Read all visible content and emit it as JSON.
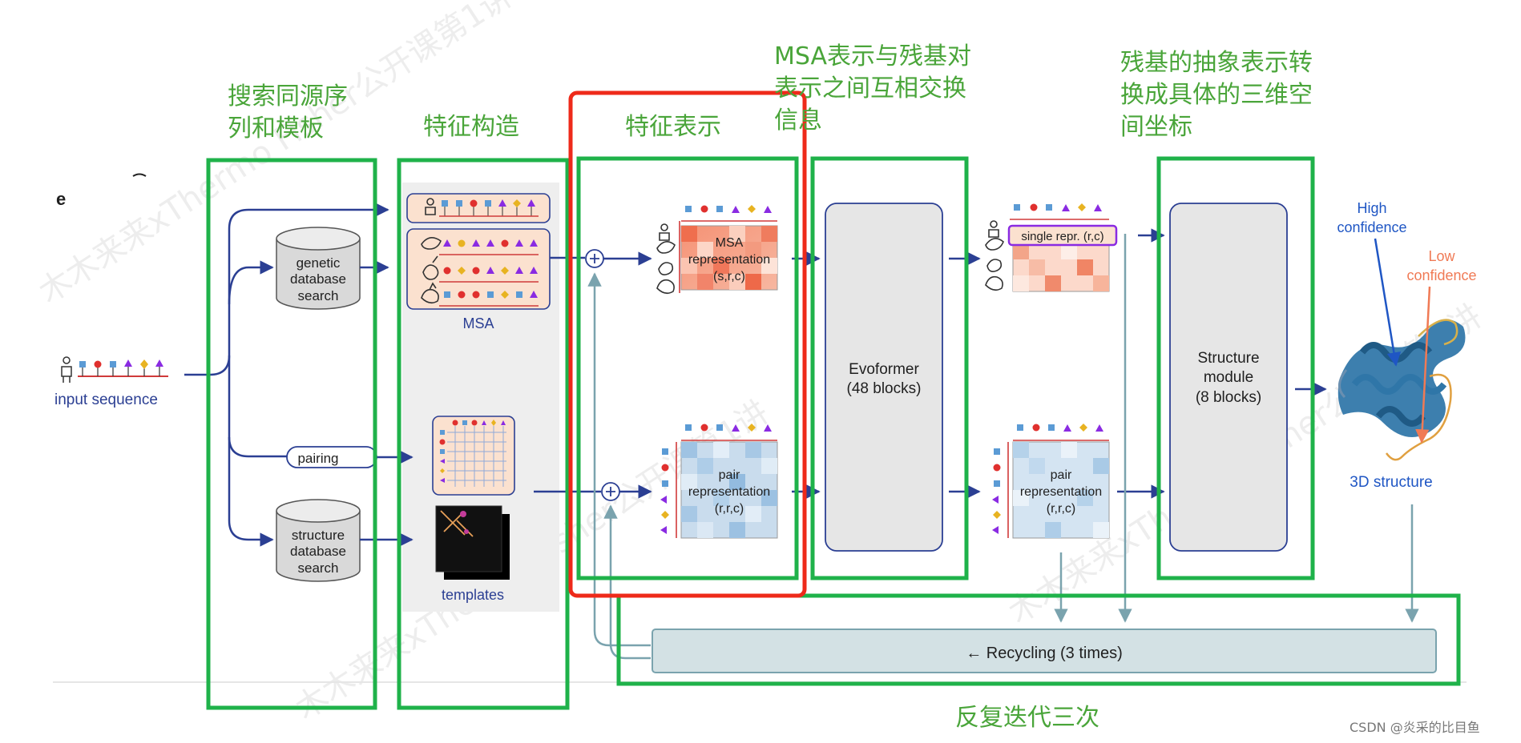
{
  "panel_letter": "e",
  "annotations": {
    "search_line1": "搜索同源序",
    "search_line2": "列和模板",
    "feature_construction": "特征构造",
    "feature_representation": "特征表示",
    "msa_pair_line1": "MSA表示与残基对",
    "msa_pair_line2": "表示之间互相交换",
    "msa_pair_line3": "信息",
    "structure_line1": "残基的抽象表示转",
    "structure_line2": "换成具体的三维空",
    "structure_line3": "间坐标",
    "recycling_note": "反复迭代三次"
  },
  "input": {
    "label": "input sequence"
  },
  "databases": {
    "genetic": [
      "genetic",
      "database",
      "search"
    ],
    "structure": [
      "structure",
      "database",
      "search"
    ]
  },
  "pairing": {
    "label": "pairing"
  },
  "features": {
    "msa_label": "MSA",
    "templates_label": "templates"
  },
  "msa_repr": {
    "line1": "MSA",
    "line2": "representation",
    "line3": "(s,r,c)"
  },
  "pair_repr": {
    "line1": "pair",
    "line2": "representation",
    "line3": "(r,r,c)"
  },
  "evoformer": {
    "line1": "Evoformer",
    "line2": "(48 blocks)"
  },
  "single_repr": {
    "label": "single repr. (r,c)"
  },
  "pair_repr_out": {
    "line1": "pair",
    "line2": "representation",
    "line3": "(r,r,c)"
  },
  "structure_module": {
    "line1": "Structure",
    "line2": "module",
    "line3": "(8 blocks)"
  },
  "output": {
    "high_line1": "High",
    "high_line2": "confidence",
    "low_line1": "Low",
    "low_line2": "confidence",
    "label": "3D structure"
  },
  "recycling": {
    "label": "← Recycling (3 times)"
  },
  "watermark": {
    "w1": "木木来来xThermo Fisher公开课第1讲",
    "w2": "木木来来xThermo Fisher公开课第1讲",
    "w3": "木木来来xThermo Fisher公开课第1讲"
  },
  "footer": "CSDN @炎采的比目鱼"
}
